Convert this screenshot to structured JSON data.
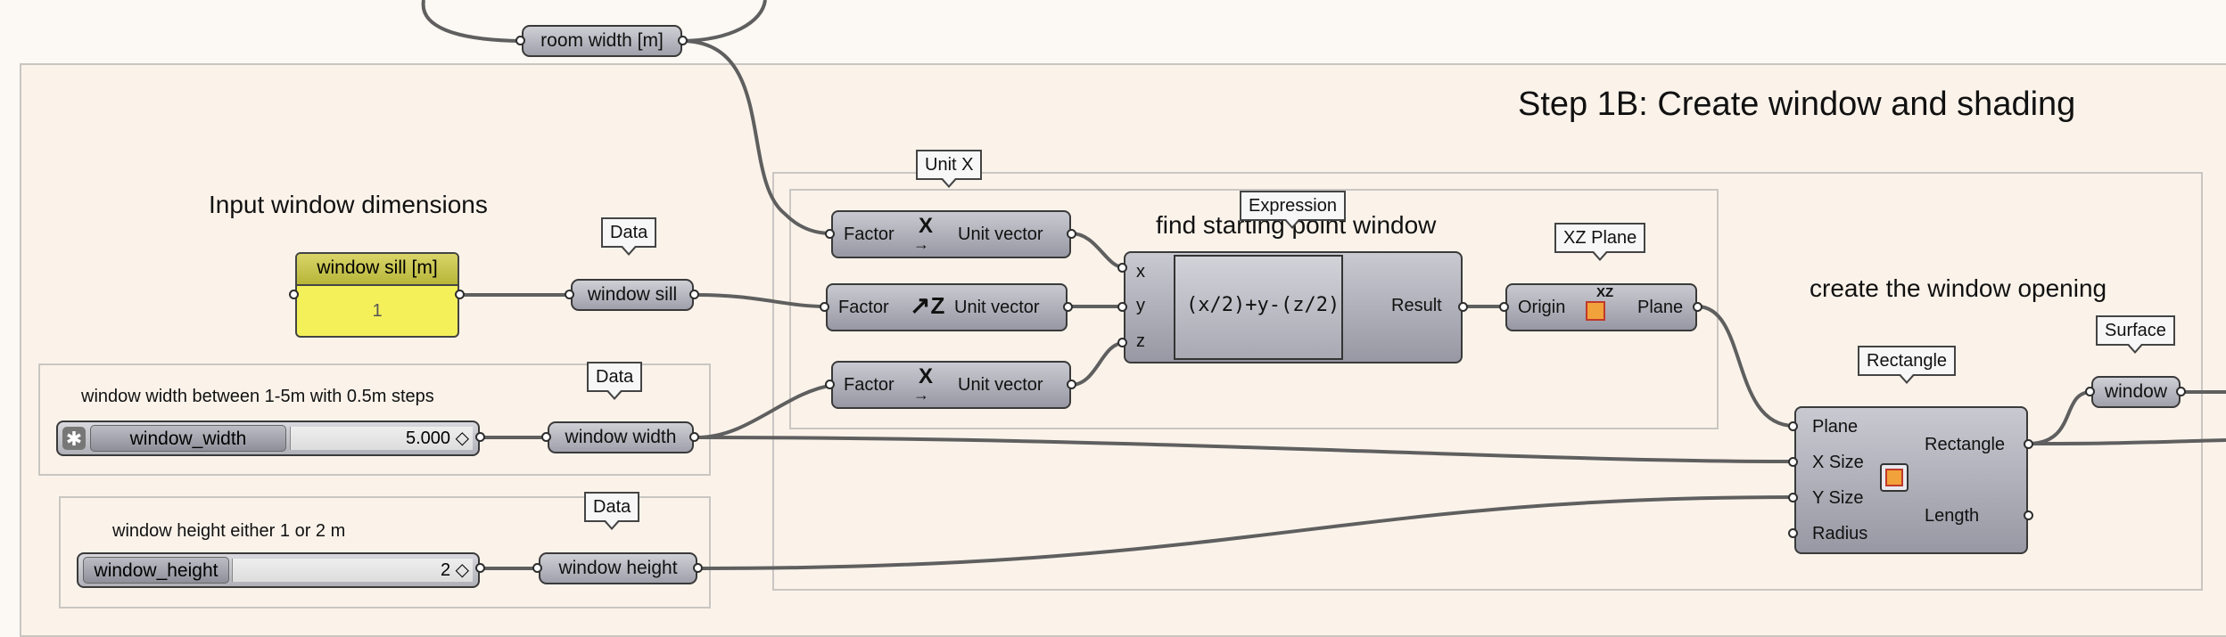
{
  "step_title": "Step 1B: Create window and shading",
  "group_titles": {
    "input_dimensions": "Input window dimensions",
    "starting_point": "find starting point window",
    "window_opening": "create the window opening",
    "width_note": "window width between 1-5m with 0.5m steps",
    "height_note": "window height either 1 or 2 m"
  },
  "tags": {
    "unit_x": "Unit X",
    "expression": "Expression",
    "xz_plane": "XZ Plane",
    "data_sill": "Data",
    "data_width": "Data",
    "data_height": "Data",
    "rectangle": "Rectangle",
    "surface": "Surface"
  },
  "params": {
    "room_width": "room width [m]",
    "window_sill": "window sill",
    "window_width": "window width",
    "window_height": "window height",
    "window_out": "window"
  },
  "panel": {
    "title": "window sill [m]",
    "value": "1"
  },
  "sliders": {
    "width": {
      "name": "window_width",
      "value": "5.000 ◇"
    },
    "height": {
      "name": "window_height",
      "value": "2 ◇"
    }
  },
  "unit_vector": {
    "input": "Factor",
    "output": "Unit vector",
    "icon_x": "X",
    "icon_z": "Z"
  },
  "expression": {
    "formula": "(x/2)+y-(z/2)",
    "inputs": [
      "x",
      "y",
      "z"
    ],
    "output": "Result"
  },
  "xz_plane": {
    "input": "Origin",
    "output": "Plane",
    "icon_label": "XZ"
  },
  "rectangle": {
    "inputs": [
      "Plane",
      "X Size",
      "Y Size",
      "Radius"
    ],
    "outputs": [
      "Rectangle",
      "Length"
    ]
  },
  "colors": {
    "canvas": "#fcf8f3",
    "panel_yellow": "#f5f05a",
    "wire": "#5f5f5f",
    "component": "#a6a6b0",
    "icon_orange": "#f2a23a"
  }
}
